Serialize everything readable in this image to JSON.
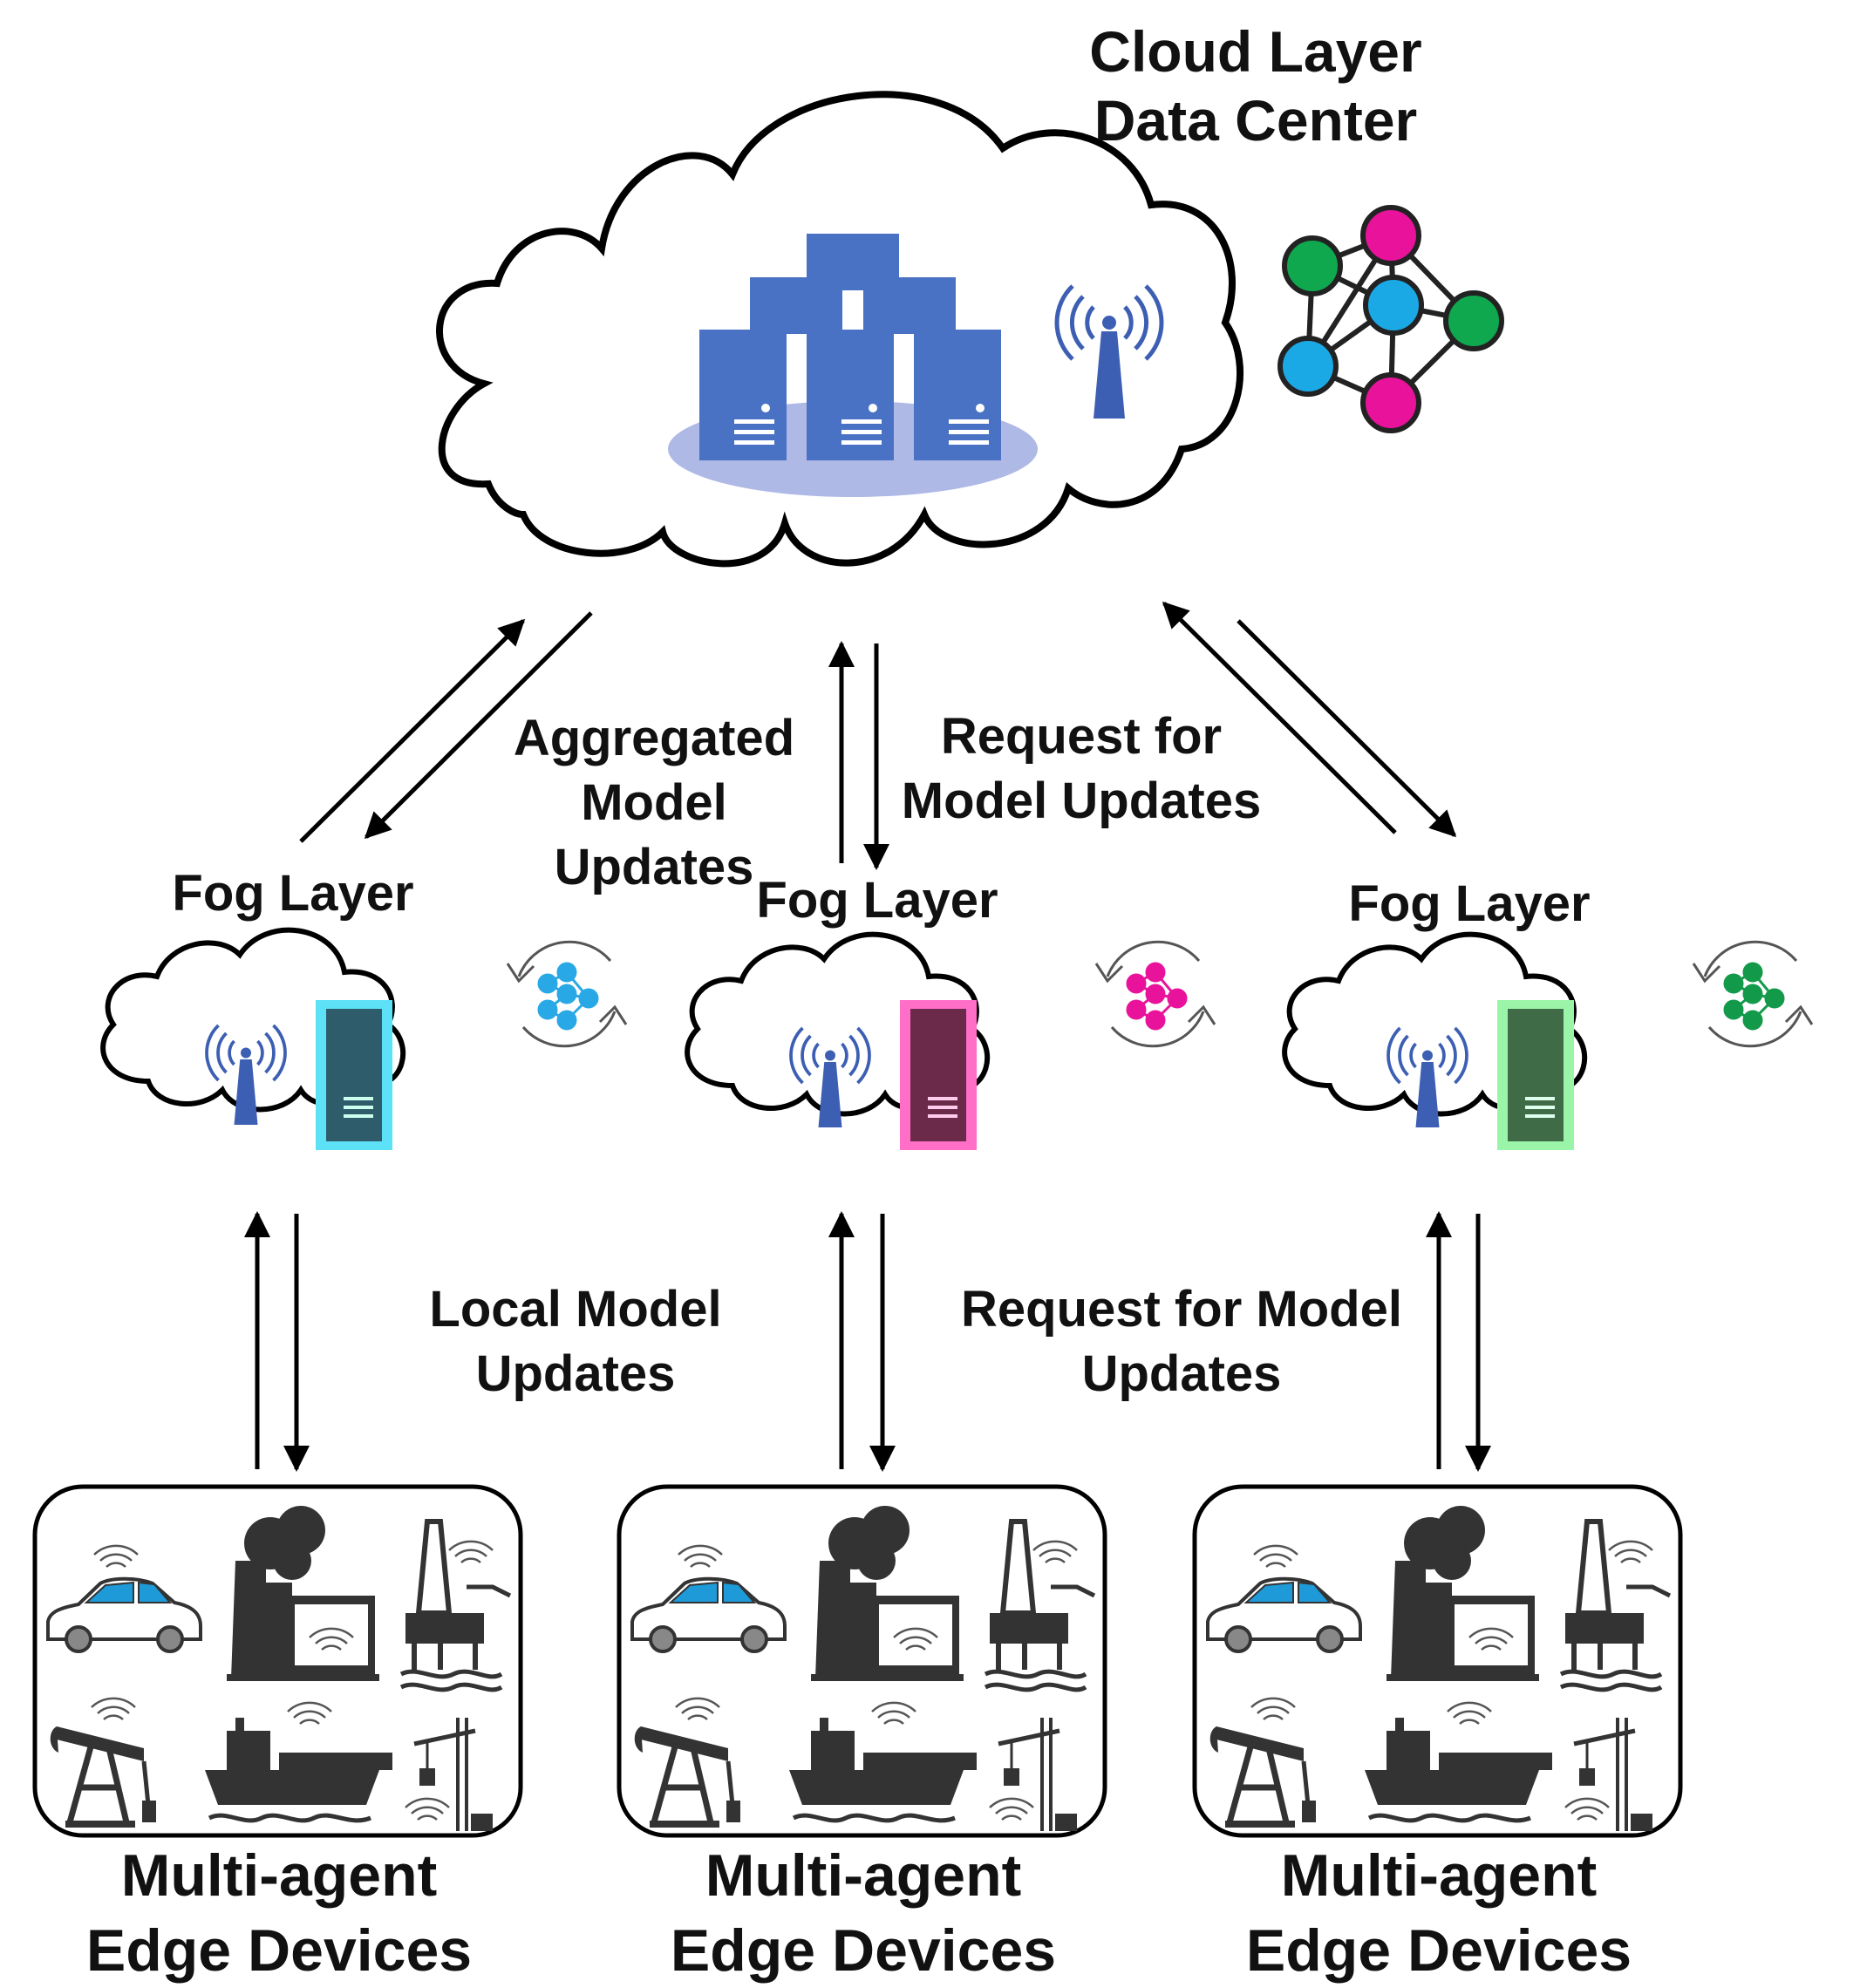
{
  "cloud": {
    "title_line1": "Cloud Layer",
    "title_line2": "Data Center"
  },
  "fog": [
    {
      "label": "Fog Layer",
      "accent": "#5ce1f7",
      "server": "#2f5c6b",
      "model_color": "#29a8e6"
    },
    {
      "label": "Fog Layer",
      "accent": "#ff6ec7",
      "server": "#6b2a4a",
      "model_color": "#e8129b"
    },
    {
      "label": "Fog Layer",
      "accent": "#9bf5a8",
      "server": "#3f6b46",
      "model_color": "#129a4a"
    }
  ],
  "arrows": {
    "aggregated_line1": "Aggregated",
    "aggregated_line2": "Model",
    "aggregated_line3": "Updates",
    "request_top_line1": "Request for",
    "request_top_line2": "Model Updates",
    "local_line1": "Local Model",
    "local_line2": "Updates",
    "request_bottom_line1": "Request for Model",
    "request_bottom_line2": "Updates"
  },
  "edge": [
    {
      "line1": "Multi-agent",
      "line2": "Edge Devices"
    },
    {
      "line1": "Multi-agent",
      "line2": "Edge Devices"
    },
    {
      "line1": "Multi-agent",
      "line2": "Edge Devices"
    }
  ],
  "edge_icons": [
    "car-icon",
    "factory-icon",
    "oil-rig-icon",
    "pumpjack-icon",
    "cargo-ship-icon",
    "crane-icon"
  ],
  "colors": {
    "server_blue": "#4a72c4",
    "tower_blue": "#3d5fb3",
    "nn_green": "#0fa84e",
    "nn_magenta": "#e8129b",
    "nn_blue": "#1ba9e6",
    "car_blue": "#1e9ad8"
  }
}
